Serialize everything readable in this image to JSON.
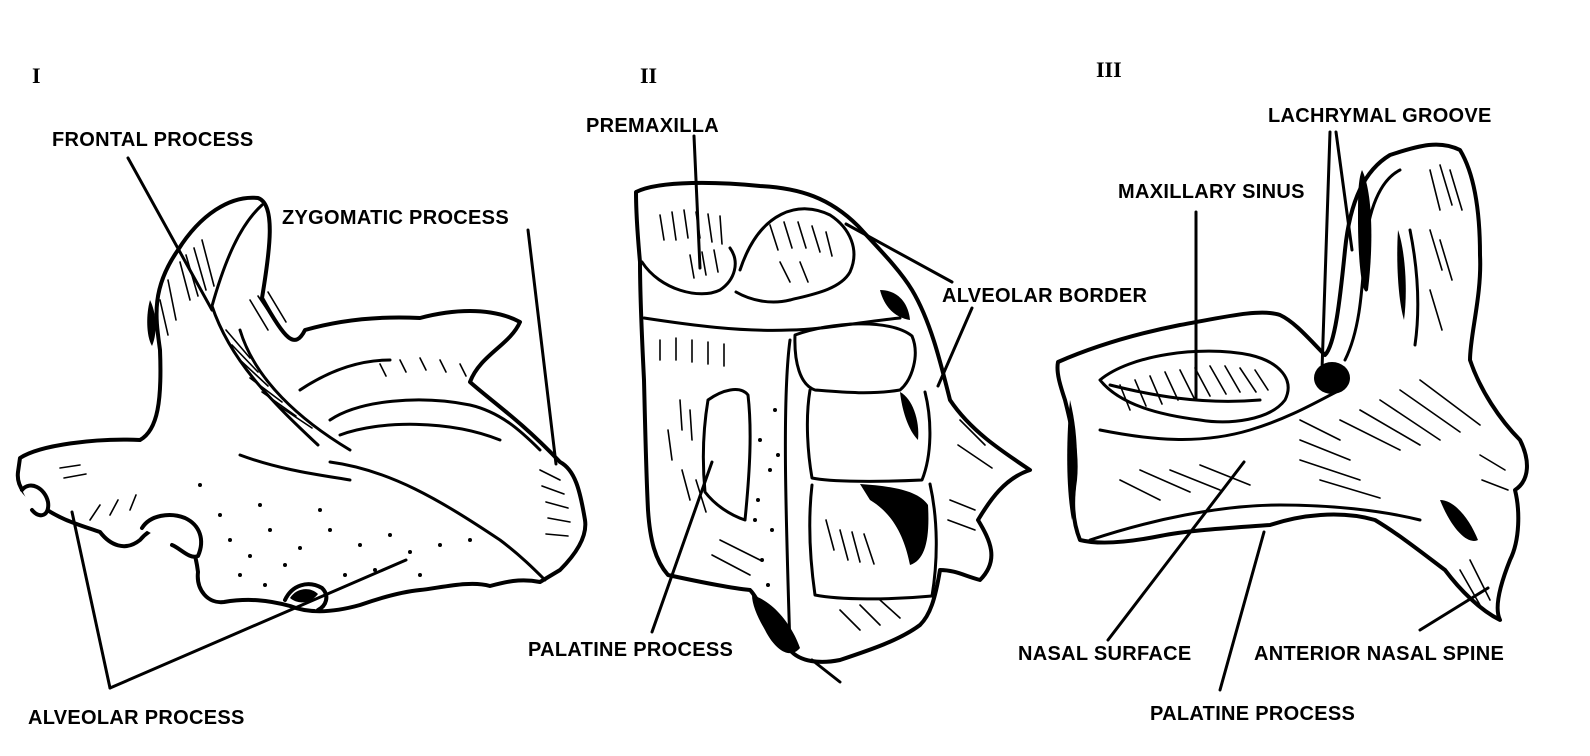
{
  "figure": {
    "panels": [
      {
        "numeral": "I",
        "labels": {
          "frontal_process": "FRONTAL PROCESS",
          "zygomatic_process": "ZYGOMATIC PROCESS",
          "alveolar_process": "ALVEOLAR PROCESS"
        }
      },
      {
        "numeral": "II",
        "labels": {
          "premaxilla": "PREMAXILLA",
          "alveolar_border": "ALVEOLAR BORDER",
          "palatine_process": "PALATINE PROCESS"
        }
      },
      {
        "numeral": "III",
        "labels": {
          "lachrymal_groove": "LACHRYMAL GROOVE",
          "maxillary_sinus": "MAXILLARY SINUS",
          "nasal_surface": "NASAL SURFACE",
          "anterior_nasal_spine": "ANTERIOR NASAL SPINE",
          "palatine_process": "PALATINE PROCESS"
        }
      }
    ]
  },
  "colors": {
    "ink": "#000000",
    "paper": "#ffffff"
  }
}
